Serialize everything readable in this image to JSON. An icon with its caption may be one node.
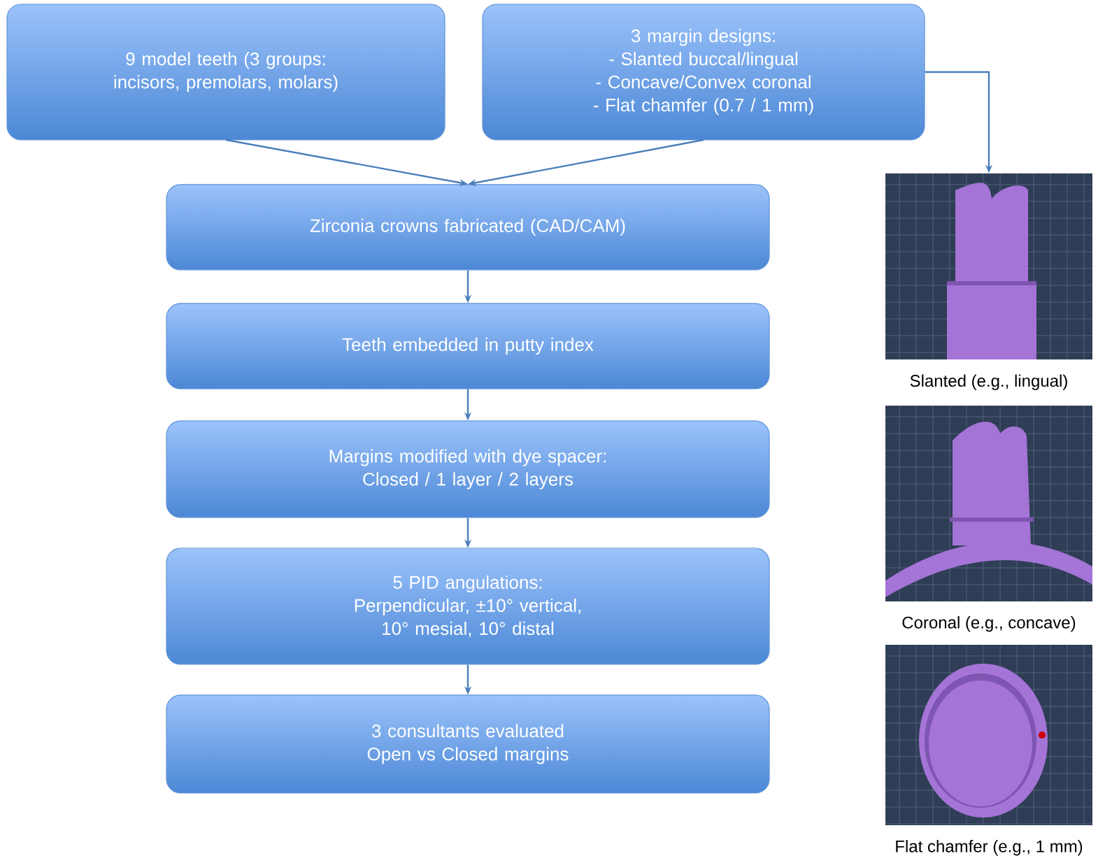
{
  "diagram": {
    "nodes": [
      {
        "text": [
          "9 model teeth (3 groups: incisors, premolars, molars)"
        ]
      },
      {
        "text": [
          "3 margin designs:",
          "- Slanted buccal/lingual",
          "- Concave/Convex coronal",
          "- Flat chamfer (0.7 / 1 mm)"
        ]
      },
      {
        "text": [
          "Zirconia crowns fabricated (CAD/CAM)"
        ]
      },
      {
        "text": [
          "Teeth embedded in putty index"
        ]
      },
      {
        "text": [
          "Margins modified with dye spacer: Closed / 1 layer / 2 layers"
        ]
      },
      {
        "text": [
          "5 PID angulations: Perpendicular, ±10° vertical, 10° mesial, 10° distal"
        ]
      },
      {
        "text": [
          "3 consultants evaluated Open vs Closed margins"
        ]
      },
      {
        "text": [],
        "shape": "picture",
        "beside": [
          "Slanted (e.g., lingual)"
        ]
      }
    ],
    "edges": [
      {
        "from": 0,
        "to": 2,
        "arrow": "to"
      },
      {
        "from": 1,
        "to": 2,
        "arrow": "to"
      },
      {
        "from": 1,
        "to": 7,
        "arrow": "to"
      },
      {
        "from": 2,
        "to": 3,
        "arrow": "to"
      },
      {
        "from": 3,
        "to": 4,
        "arrow": "to"
      },
      {
        "from": 4,
        "to": 5,
        "arrow": "to"
      },
      {
        "from": 5,
        "to": 6,
        "arrow": "to"
      }
    ],
    "labels": [
      "Coronal (e.g., concave)",
      "Flat chamfer (e.g., 1 mm)"
    ]
  }
}
